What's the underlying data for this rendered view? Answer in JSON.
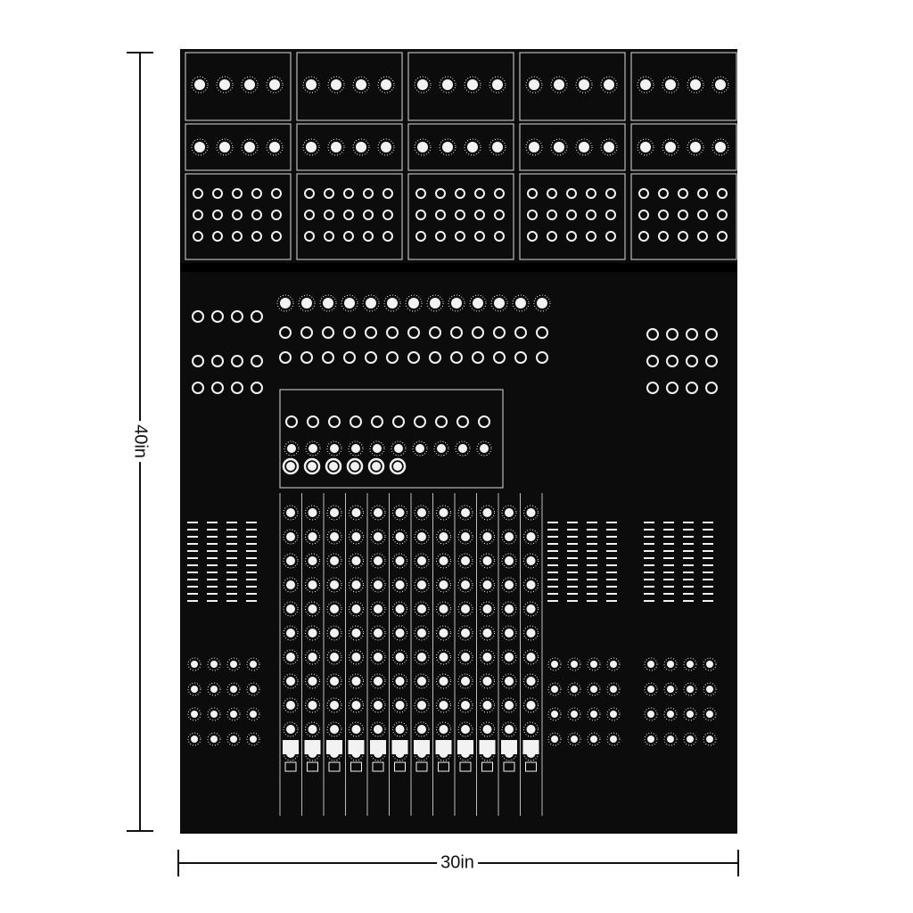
{
  "product": {
    "description_image": "mixing-console-pattern-print",
    "background_color": "#0c0c0c",
    "print_color": "#f2f2f2"
  },
  "dimensions": {
    "height_label": "40in",
    "width_label": "30in"
  }
}
